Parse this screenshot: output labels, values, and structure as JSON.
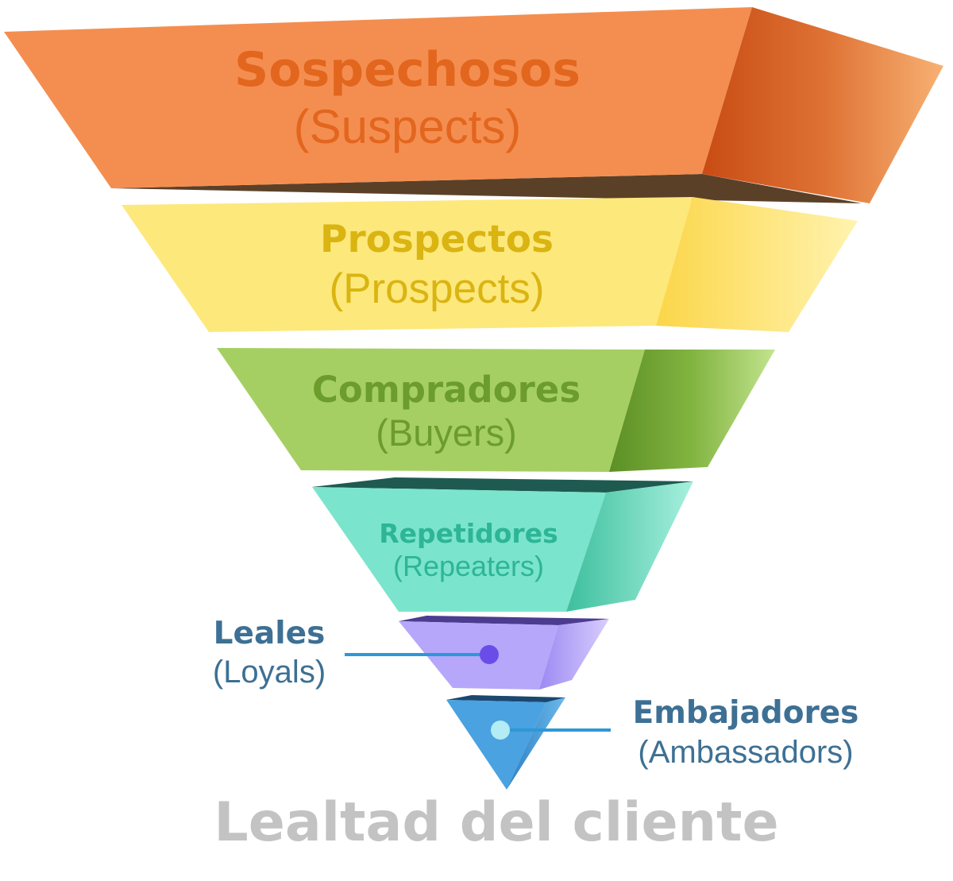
{
  "colors": {
    "suspects": "#f48e50",
    "prospects": "#fde87c",
    "buyers": "#a6cf63",
    "repeaters": "#7be4cc",
    "loyals": "#b6a7fa",
    "ambassadors": "#4aa2e0",
    "leader_line": "#2e97d8",
    "footer_text": "#c3c3c3"
  },
  "stages": [
    {
      "name_es": "Sospechosos",
      "name_en": "(Suspects)"
    },
    {
      "name_es": "Prospectos",
      "name_en": "(Prospects)"
    },
    {
      "name_es": "Compradores",
      "name_en": "(Buyers)"
    },
    {
      "name_es": "Repetidores",
      "name_en": "(Repeaters)"
    },
    {
      "name_es": "Leales",
      "name_en": "(Loyals)"
    },
    {
      "name_es": "Embajadores",
      "name_en": "(Ambassadors)"
    }
  ],
  "footer": "Lealtad del cliente"
}
